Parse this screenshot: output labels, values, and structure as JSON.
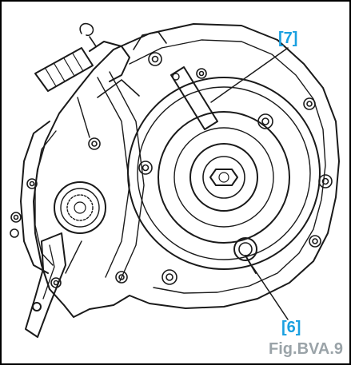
{
  "callouts": {
    "part_7": "[7]",
    "part_6": "[6]"
  },
  "caption": "Fig.BVA.9",
  "colors": {
    "callout": "#1aa0e0",
    "caption": "#9aa3a8",
    "line_art": "#1a1a1a"
  }
}
